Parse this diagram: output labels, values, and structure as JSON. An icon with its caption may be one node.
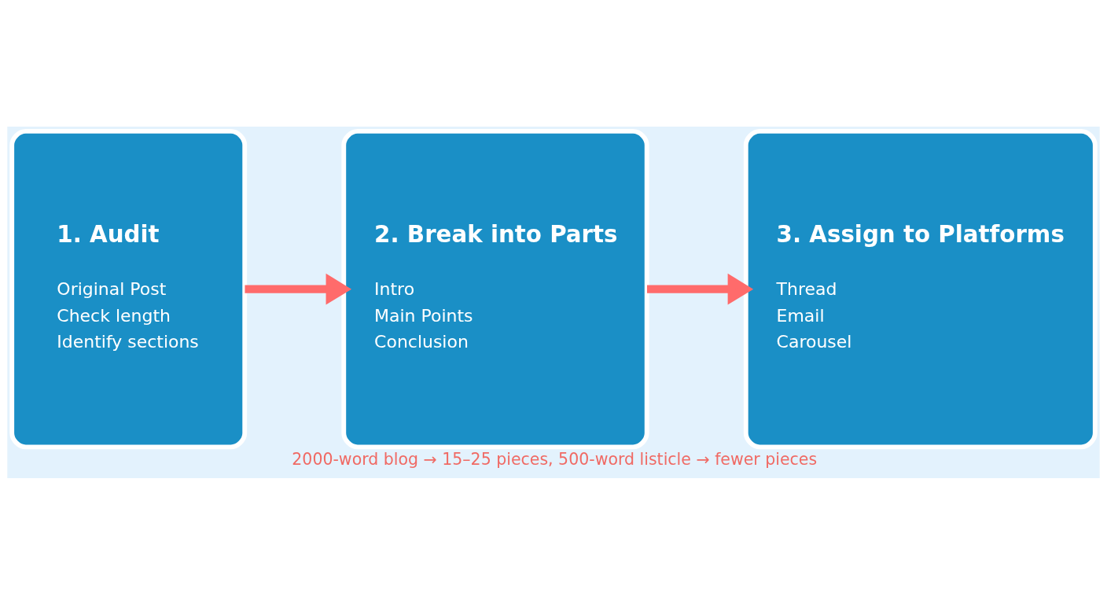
{
  "diagram": {
    "caption": "2000-word blog → 15–25 pieces, 500-word listicle → fewer pieces",
    "nodes": [
      {
        "text": [
          "1. Audit",
          "Original Post",
          "Check length",
          "Identify sections"
        ]
      },
      {
        "text": [
          "2. Break into Parts",
          "Intro",
          "Main Points",
          "Conclusion"
        ]
      },
      {
        "text": [
          "3. Assign to Platforms",
          "Thread",
          "Email",
          "Carousel"
        ]
      }
    ],
    "edges": [
      {
        "from": 0,
        "to": 1,
        "arrow": "to"
      },
      {
        "from": 1,
        "to": 2,
        "arrow": "to"
      }
    ]
  }
}
